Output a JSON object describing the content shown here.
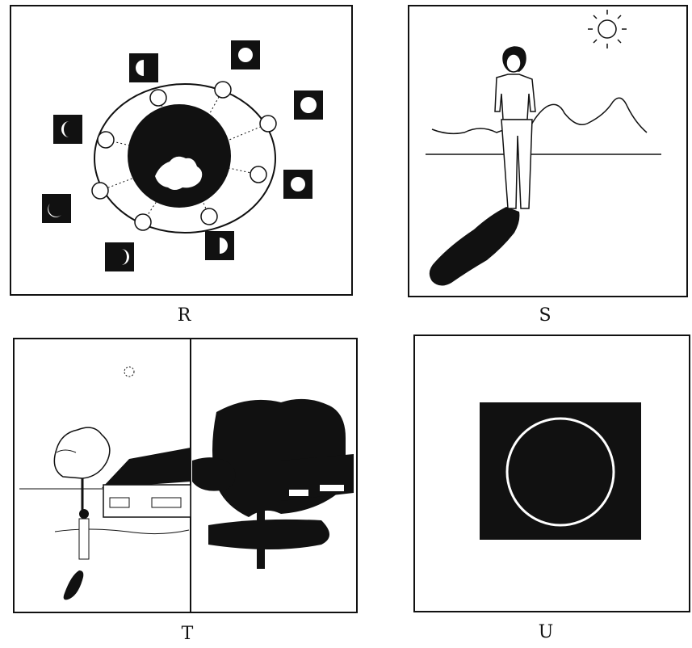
{
  "panels": [
    {
      "id": "R",
      "label": "R",
      "depicts": "moon-phases"
    },
    {
      "id": "S",
      "label": "S",
      "depicts": "shadow-of-person"
    },
    {
      "id": "T",
      "label": "T",
      "depicts": "day-and-night"
    },
    {
      "id": "U",
      "label": "U",
      "depicts": "annular-eclipse"
    }
  ],
  "colors": {
    "ink": "#111111",
    "paper": "#ffffff"
  },
  "icons": [
    "sun-icon",
    "moon-phase-icon",
    "earth-icon"
  ]
}
